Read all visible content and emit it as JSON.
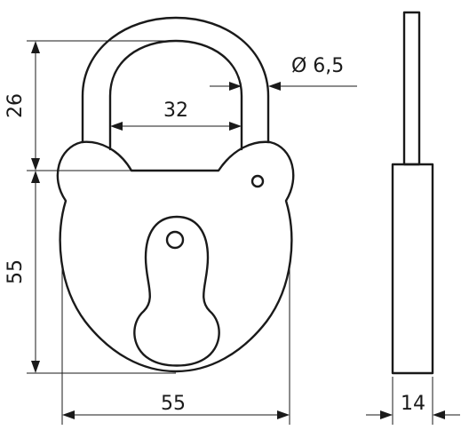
{
  "dimensions": {
    "shackle_height": "26",
    "shackle_inner_width": "32",
    "shackle_diameter": "Ø 6,5",
    "body_height": "55",
    "body_width": "55",
    "thickness": "14"
  }
}
